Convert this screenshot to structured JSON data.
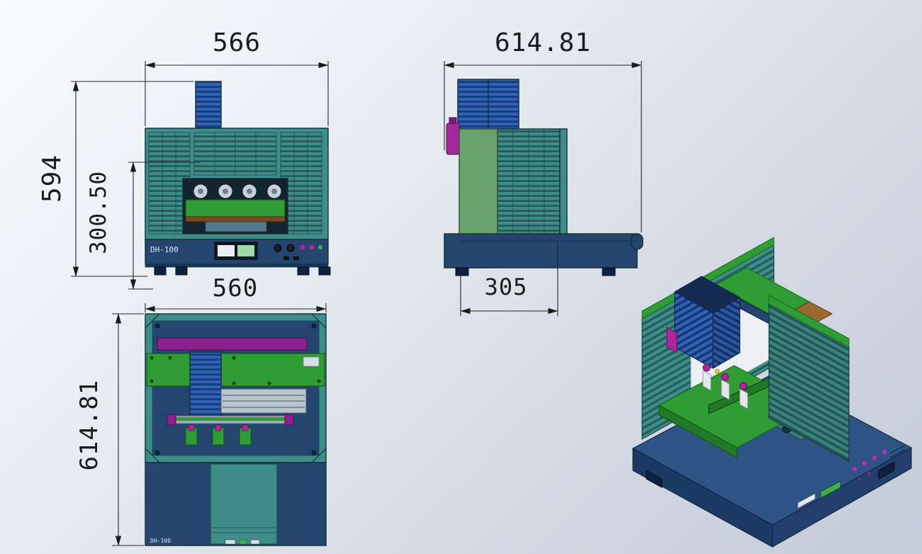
{
  "dimensions": {
    "front_width": "566",
    "front_height": "594",
    "front_inner_height": "300.50",
    "side_depth": "614.81",
    "side_body_depth": "305",
    "top_width": "560",
    "top_depth": "614.81"
  },
  "labels": {
    "model": "DH-100"
  },
  "colors": {
    "teal_body": "#3e8d8a",
    "teal_dark": "#255c5a",
    "navy_base": "#24456f",
    "navy_dark": "#16325a",
    "green_board": "#2f9d33",
    "green_dark": "#1f7a24",
    "sage_panel": "#69a36b",
    "purple_bar": "#8e1f8e",
    "magenta": "#b1259b",
    "vent_blue": "#2f62b4",
    "vent_blue_dark": "#173a7a",
    "brown": "#9a6a30",
    "dimension_line": "#262626",
    "background_top": "#f9fbfd",
    "background_bottom": "#c3cbd8"
  }
}
